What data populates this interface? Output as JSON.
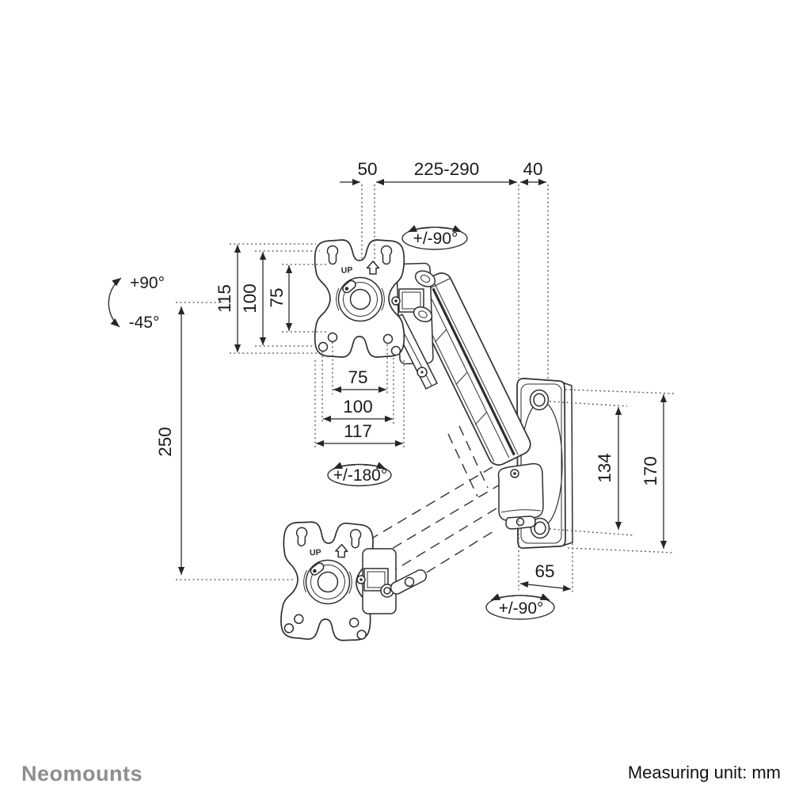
{
  "colors": {
    "background": "#ffffff",
    "line_ink": "#2f2f2f",
    "dimension_ink": "#1b1b1b",
    "logo_gray": "#8e8e8e"
  },
  "branding": {
    "logo": "Neomounts"
  },
  "footer": {
    "measuring_unit": "Measuring unit: mm"
  },
  "plate": {
    "up_label": "UP"
  },
  "dimensions": {
    "pivot_offset": "50",
    "arm_reach": "225-290",
    "wall_clearance": "40",
    "plate_outer_height": "115",
    "vesa_vertical_100": "100",
    "vesa_vertical_75": "75",
    "vesa_horizontal_75": "75",
    "vesa_horizontal_100": "100",
    "plate_width": "117",
    "height_adjustment": "250",
    "wall_hole_spacing": "134",
    "wall_plate_height": "170",
    "wall_plate_width": "65"
  },
  "angles": {
    "head_swivel": "+/-90°",
    "tilt_up": "+90°",
    "tilt_down": "-45°",
    "plate_rotation": "+/-180°",
    "arm_swivel": "+/-90°"
  }
}
